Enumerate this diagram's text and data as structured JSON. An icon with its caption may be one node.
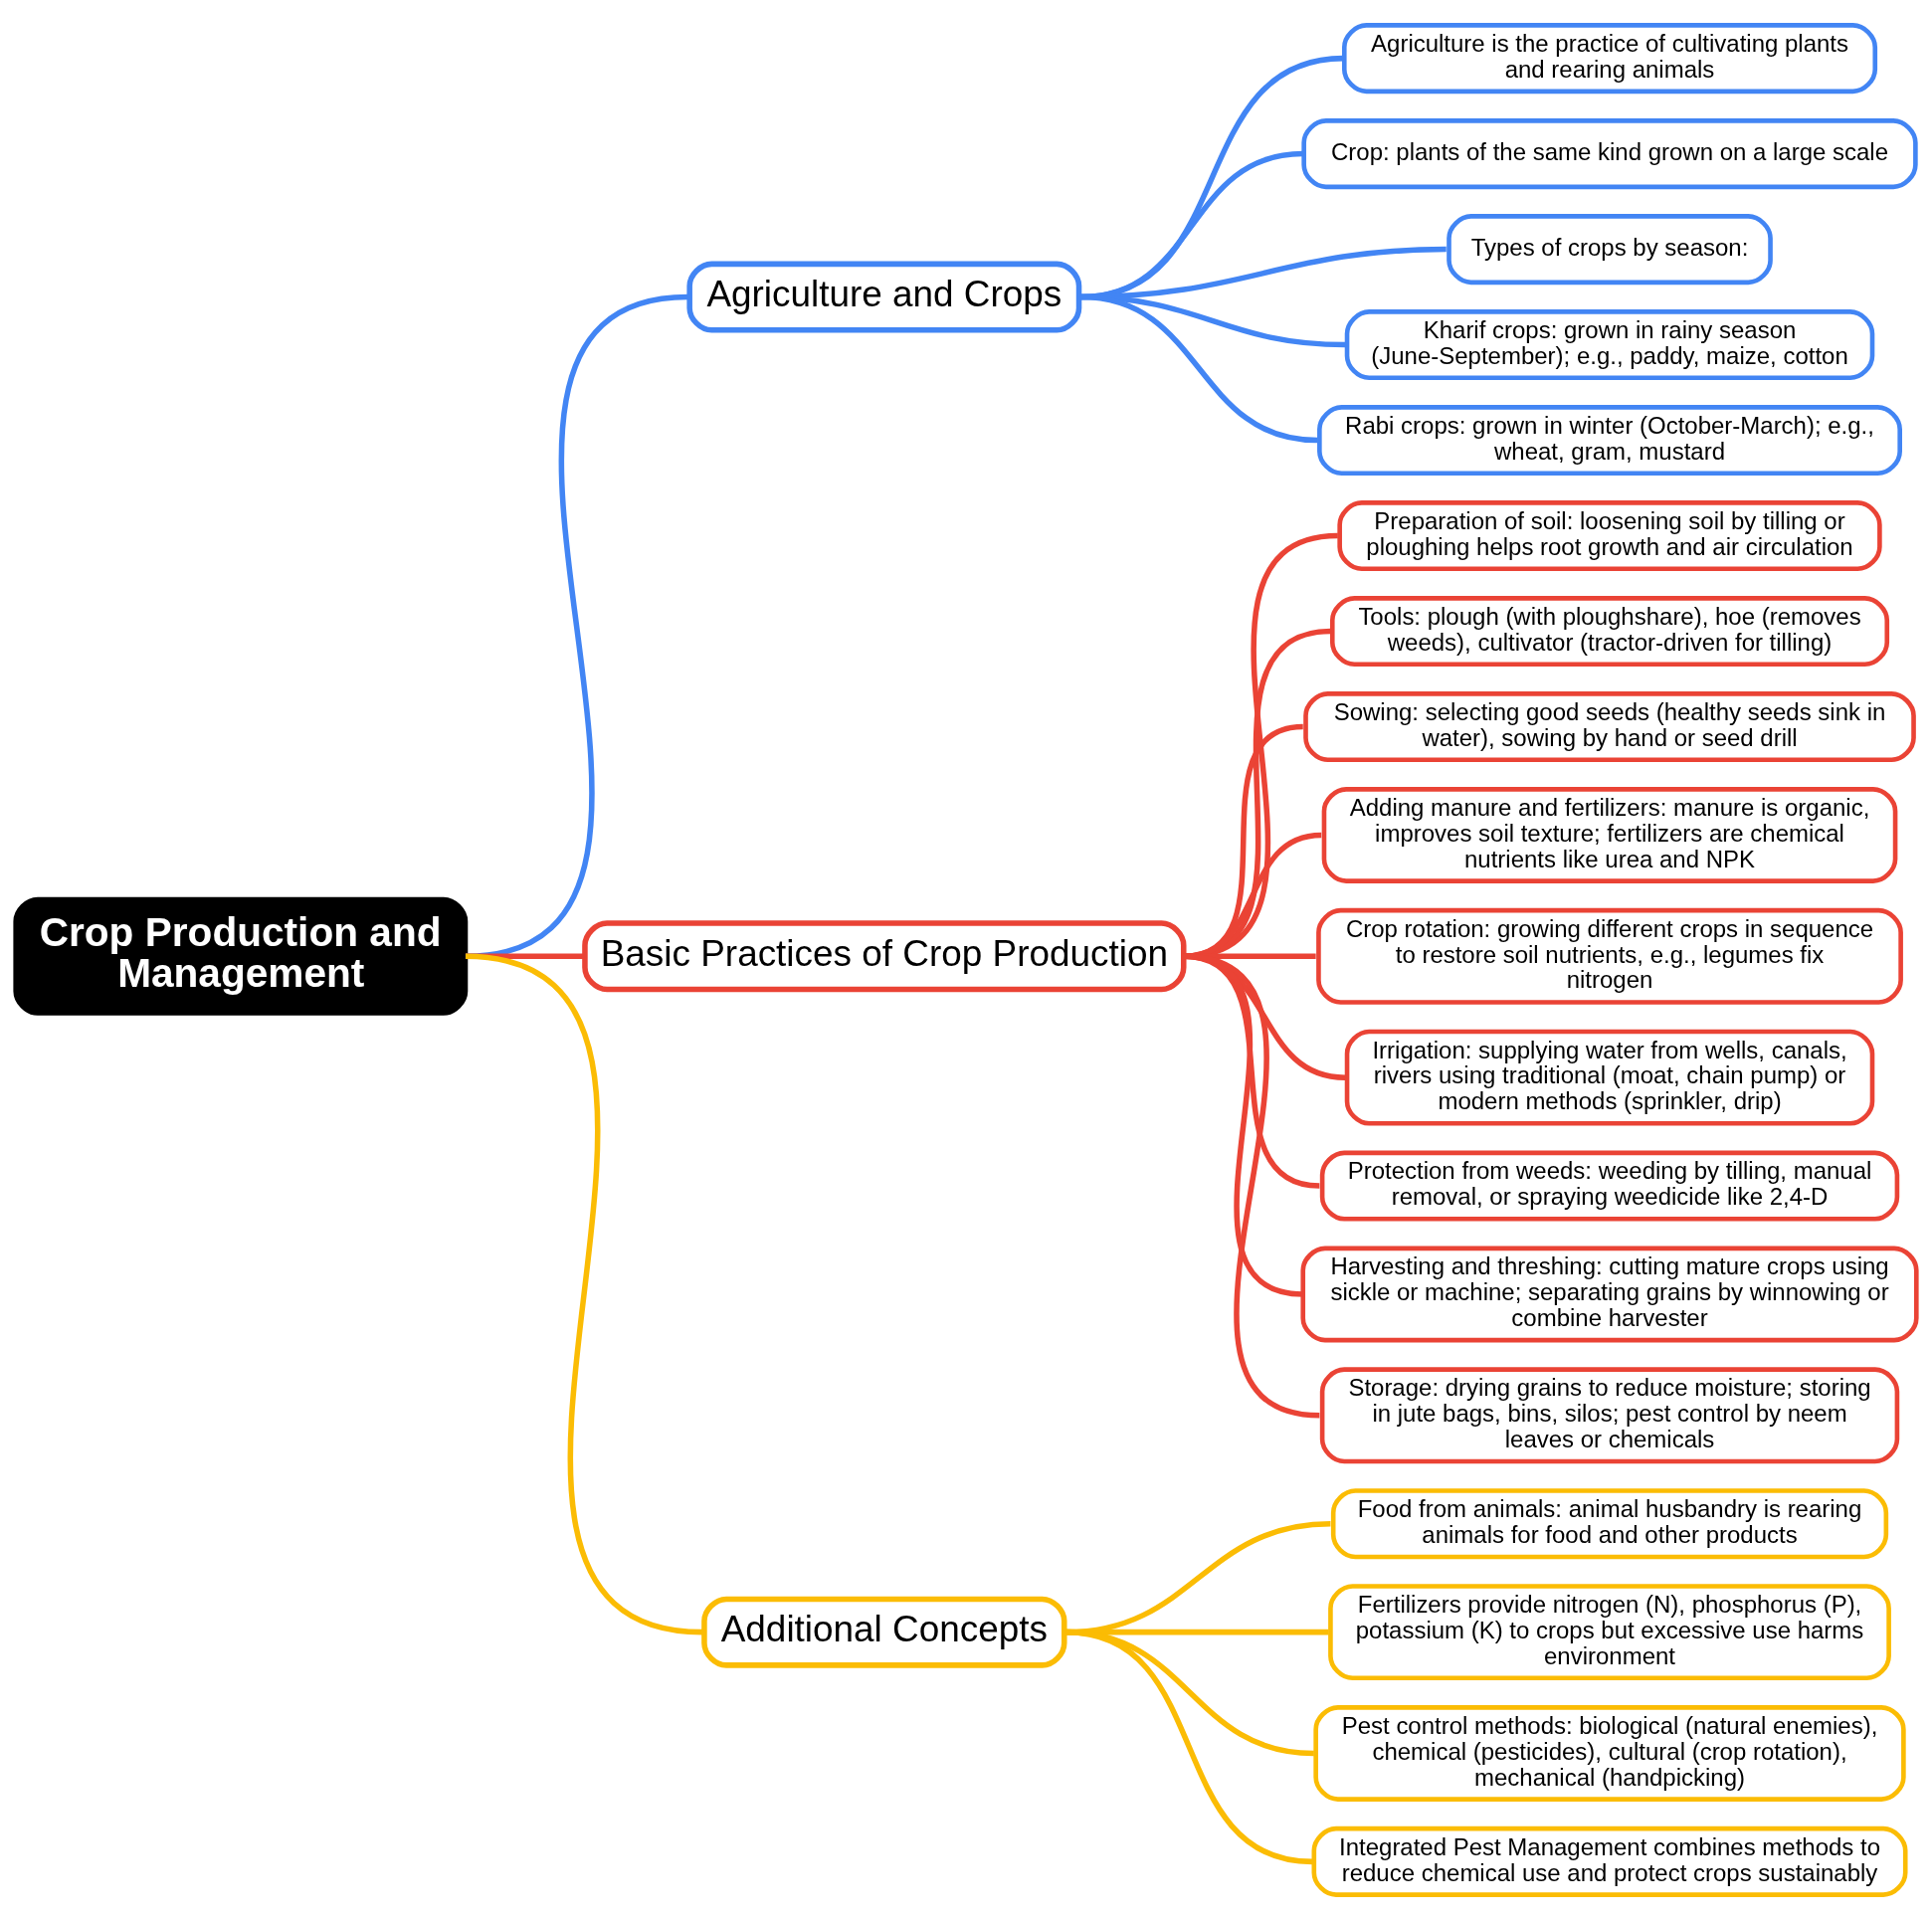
{
  "diagram": {
    "nodes": [
      {
        "text": [
          "Crop Production and Management"
        ]
      },
      {
        "text": [
          "Agriculture and Crops"
        ]
      },
      {
        "text": [
          "Agriculture is the practice of cultivating plants and rearing animals"
        ]
      },
      {
        "text": [
          "Crop: plants of the same kind grown on a large scale"
        ]
      },
      {
        "text": [
          "Types of crops by season:"
        ]
      },
      {
        "text": [
          "Kharif crops: grown in rainy season (June-September); e.g., paddy, maize, cotton"
        ]
      },
      {
        "text": [
          "Rabi crops: grown in winter (October-March); e.g., wheat, gram, mustard"
        ]
      },
      {
        "text": [
          "Basic Practices of Crop Production"
        ]
      },
      {
        "text": [
          "Preparation of soil: loosening soil by tilling or ploughing helps root growth and air circulation"
        ]
      },
      {
        "text": [
          "Tools: plough (with ploughshare), hoe (removes weeds), cultivator (tractor-driven for tilling)"
        ]
      },
      {
        "text": [
          "Sowing: selecting good seeds (healthy seeds sink in water), sowing by hand or seed drill"
        ]
      },
      {
        "text": [
          "Adding manure and fertilizers: manure is organic, improves soil texture; fertilizers are chemical nutrients like urea and NPK"
        ]
      },
      {
        "text": [
          "Crop rotation: growing different crops in sequence to restore soil nutrients, e.g., legumes fix nitrogen"
        ]
      },
      {
        "text": [
          "Irrigation: supplying water from wells, canals, rivers using traditional (moat, chain pump) or modern methods (sprinkler, drip)"
        ]
      },
      {
        "text": [
          "Protection from weeds: weeding by tilling, manual removal, or spraying weedicide like 2,4-D"
        ]
      },
      {
        "text": [
          "Harvesting and threshing: cutting mature crops using sickle or machine; separating grains by winnowing or combine harvester"
        ]
      },
      {
        "text": [
          "Storage: drying grains to reduce moisture; storing in jute bags, bins, silos; pest control by neem leaves or chemicals"
        ]
      },
      {
        "text": [
          "Additional Concepts"
        ]
      },
      {
        "text": [
          "Food from animals: animal husbandry is rearing animals for food and other products"
        ]
      },
      {
        "text": [
          "Fertilizers provide nitrogen (N), phosphorus (P), potassium (K) to crops but excessive use harms environment"
        ]
      },
      {
        "text": [
          "Pest control methods: biological (natural enemies), chemical (pesticides), cultural (crop rotation), mechanical (handpicking)"
        ]
      },
      {
        "text": [
          "Integrated Pest Management combines methods to reduce chemical use and protect crops sustainably"
        ]
      }
    ],
    "edges": [
      {
        "from": 0,
        "to": 1,
        "arrow": "none",
        "color": "#4285f4"
      },
      {
        "from": 1,
        "to": 2,
        "arrow": "none",
        "color": "#4285f4"
      },
      {
        "from": 1,
        "to": 3,
        "arrow": "none",
        "color": "#4285f4"
      },
      {
        "from": 1,
        "to": 4,
        "arrow": "none",
        "color": "#4285f4"
      },
      {
        "from": 1,
        "to": 5,
        "arrow": "none",
        "color": "#4285f4"
      },
      {
        "from": 1,
        "to": 6,
        "arrow": "none",
        "color": "#4285f4"
      },
      {
        "from": 0,
        "to": 7,
        "arrow": "none"
      },
      {
        "from": 7,
        "to": 8,
        "arrow": "none"
      },
      {
        "from": 7,
        "to": 9,
        "arrow": "none"
      },
      {
        "from": 7,
        "to": 10,
        "arrow": "none"
      },
      {
        "from": 7,
        "to": 11,
        "arrow": "none"
      },
      {
        "from": 7,
        "to": 12,
        "arrow": "none"
      },
      {
        "from": 7,
        "to": 13,
        "arrow": "none"
      },
      {
        "from": 7,
        "to": 14,
        "arrow": "none"
      },
      {
        "from": 7,
        "to": 15,
        "arrow": "none"
      },
      {
        "from": 7,
        "to": 16,
        "arrow": "none"
      },
      {
        "from": 0,
        "to": 17,
        "arrow": "none",
        "color": "#fbbc04"
      },
      {
        "from": 17,
        "to": 18,
        "arrow": "none",
        "color": "#fbbc04"
      },
      {
        "from": 17,
        "to": 19,
        "arrow": "none",
        "color": "#fbbc04"
      },
      {
        "from": 17,
        "to": 20,
        "arrow": "none",
        "color": "#fbbc04"
      },
      {
        "from": 17,
        "to": 21,
        "arrow": "none",
        "color": "#fbbc04"
      }
    ]
  }
}
